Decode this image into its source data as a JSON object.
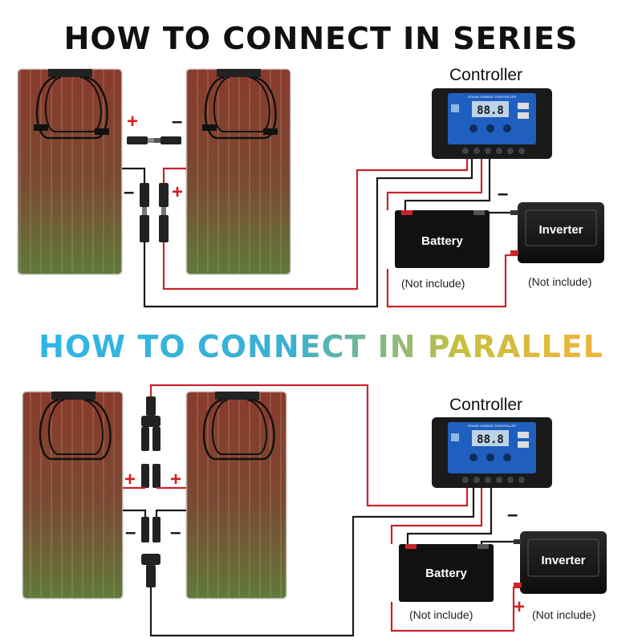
{
  "series": {
    "title": "HOW TO CONNECT IN SERIES",
    "controller_label": "Controller",
    "battery_label": "Battery",
    "inverter_label": "Inverter",
    "battery_note": "(Not include)",
    "inverter_note": "(Not include)",
    "plus": "+",
    "minus": "–"
  },
  "parallel": {
    "title_part1": "HOW TO CONNECT ",
    "title_part2": "IN PARALLEL",
    "controller_label": "Controller",
    "battery_label": "Battery",
    "inverter_label": "Inverter",
    "battery_note": "(Not include)",
    "inverter_note": "(Not include)",
    "plus": "+",
    "minus": "–"
  },
  "controller_screen": {
    "header": "SOLAR CHARGE CONTROLLER",
    "digits": "88.8"
  },
  "colors": {
    "positive_wire": "#c9242a",
    "negative_wire": "#1a1a1a",
    "panel_top": "#8a3a2c",
    "panel_bottom": "#5f7a3a",
    "controller_face": "#1f5fbf",
    "title_gradient_start": "#2fb6e8",
    "title_gradient_end": "#f0b43a"
  }
}
